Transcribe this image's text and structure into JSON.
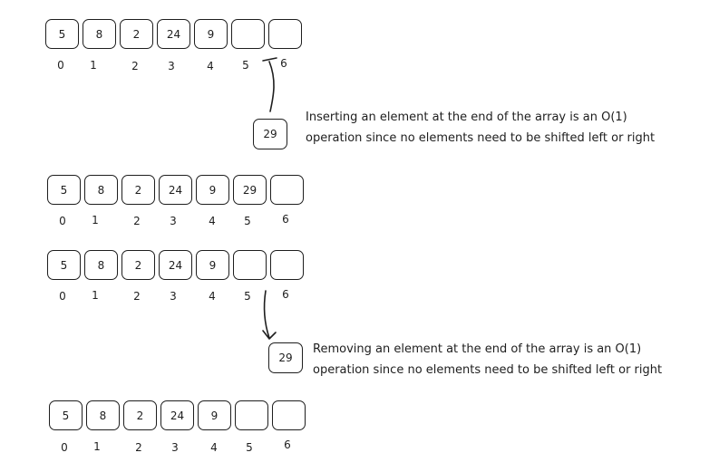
{
  "arrays": [
    {
      "cells": [
        "5",
        "8",
        "2",
        "24",
        "9",
        "",
        ""
      ],
      "indices": [
        "0",
        "1",
        "2",
        "3",
        "4",
        "5",
        "6"
      ]
    },
    {
      "cells": [
        "5",
        "8",
        "2",
        "24",
        "9",
        "29",
        ""
      ],
      "indices": [
        "0",
        "1",
        "2",
        "3",
        "4",
        "5",
        "6"
      ]
    },
    {
      "cells": [
        "5",
        "8",
        "2",
        "24",
        "9",
        "",
        ""
      ],
      "indices": [
        "0",
        "1",
        "2",
        "3",
        "4",
        "5",
        "6"
      ]
    },
    {
      "cells": [
        "5",
        "8",
        "2",
        "24",
        "9",
        "",
        ""
      ],
      "indices": [
        "0",
        "1",
        "2",
        "3",
        "4",
        "5",
        "6"
      ]
    }
  ],
  "insert": {
    "element": "29",
    "note_line1": "Inserting an element at the end of the array is an O(1)",
    "note_line2": "operation since no elements need to be shifted left or right"
  },
  "remove": {
    "element": "29",
    "note_line1": "Removing an element at the end of the array is an O(1)",
    "note_line2": "operation since no elements need to be shifted left or right"
  }
}
